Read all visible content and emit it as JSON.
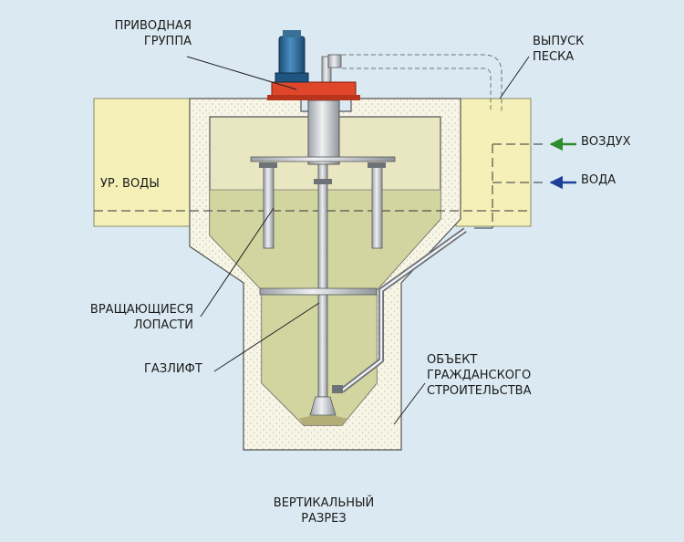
{
  "labels": {
    "drive_group": [
      "ПРИВОДНАЯ",
      "ГРУППА"
    ],
    "sand_outlet": [
      "ВЫПУСК",
      "ПЕСКА"
    ],
    "air": "ВОЗДУХ",
    "water": "ВОДА",
    "water_level": "УР. ВОДЫ",
    "rotating_blades": [
      "ВРАЩАЮЩИЕСЯ",
      "ЛОПАСТИ"
    ],
    "gaslift": "ГАЗЛИФТ",
    "civil_structure": [
      "ОБЪЕКТ",
      "ГРАЖДАНСКОГО",
      "СТРОИТЕЛЬСТВА"
    ],
    "vertical_section": [
      "ВЕРТИКАЛЬНЫЙ",
      "РАЗРЕЗ"
    ]
  },
  "colors": {
    "background": "#dbeaf2",
    "ground": "#f4f0b8",
    "concrete": "#f6f5e6",
    "water": "#cfd19a",
    "sediment": "#b3ad78",
    "motor": "#2d6f9d",
    "drive_flange": "#e0472a",
    "steel": "#c8cbd0",
    "air_arrow": "#2e8b2e",
    "water_arrow": "#1d3f9a"
  }
}
